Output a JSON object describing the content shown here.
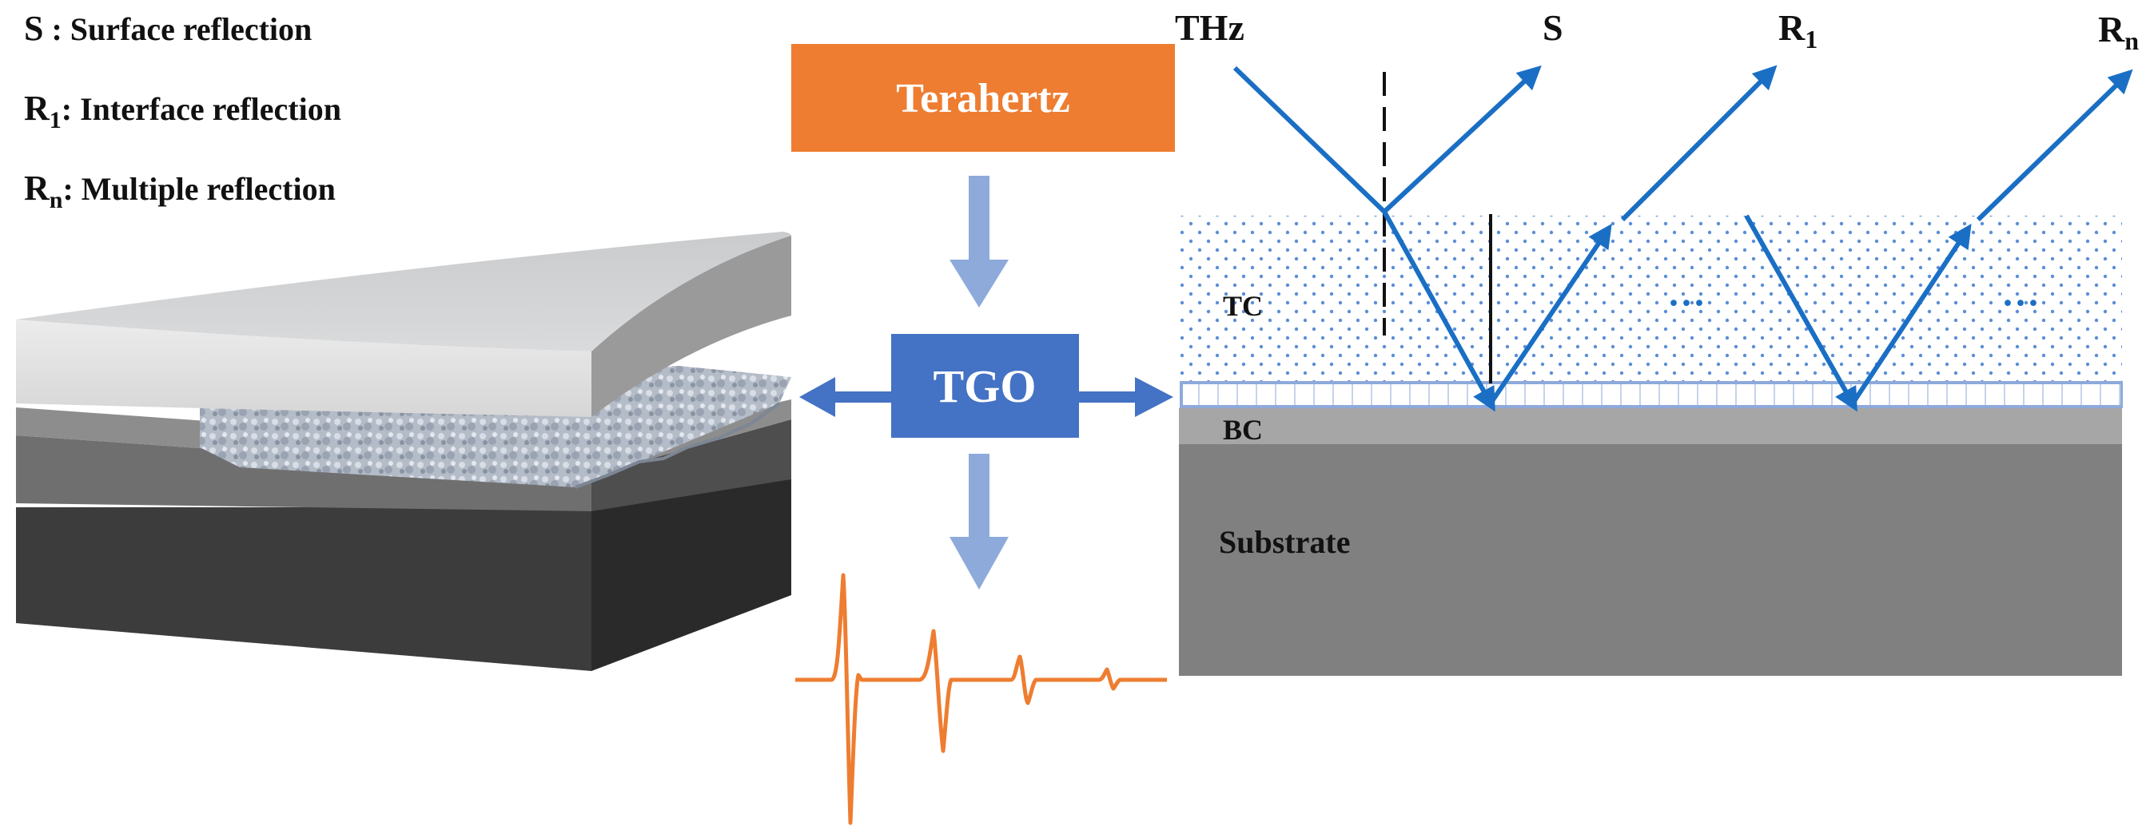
{
  "legend": {
    "s": {
      "sym": "S",
      "sub": "",
      "text": " : Surface reflection"
    },
    "r1": {
      "sym": "R",
      "sub": "1",
      "text": ": Interface reflection"
    },
    "rn": {
      "sym": "R",
      "sub": "n",
      "text": ": Multiple reflection"
    }
  },
  "boxes": {
    "terahertz": "Terahertz",
    "tgo": "TGO"
  },
  "rays": {
    "incident": "THz",
    "s": "S",
    "r1": {
      "sym": "R",
      "sub": "1"
    },
    "rn": {
      "sym": "R",
      "sub": "n"
    }
  },
  "layers": {
    "tc": "TC",
    "bc": "BC",
    "substrate": "Substrate"
  },
  "ellipsis": "···",
  "colors": {
    "ray_blue": "#1a6fc4",
    "box_orange": "#ee7d31",
    "box_blue": "#4472c4",
    "arrow_light": "#8eaadb",
    "signal_orange": "#ee7d31",
    "bc_gray": "#a6a6a6",
    "substrate_gray": "#808080",
    "tc_dot": "#5b8ed6"
  }
}
